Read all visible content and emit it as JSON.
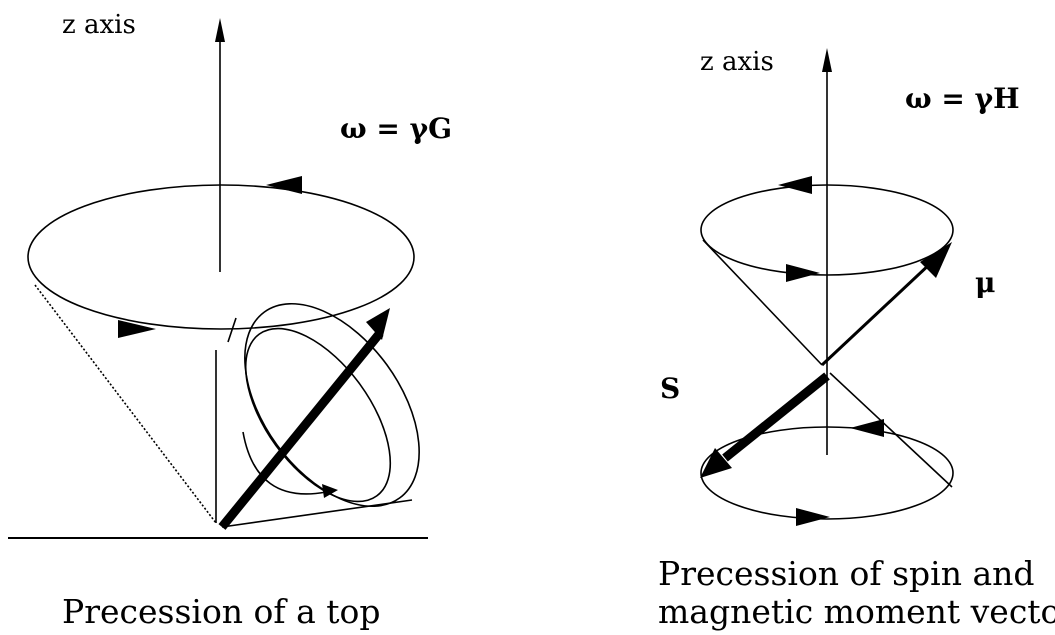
{
  "left_panel": {
    "axis_label": "z axis",
    "equation": "ω = γG",
    "caption": "Precession of a top"
  },
  "right_panel": {
    "axis_label": "z axis",
    "equation": "ω = γH",
    "mu_label": "μ",
    "s_label": "S",
    "caption_line1": "Precession of spin and",
    "caption_line2": "magnetic moment vectors"
  }
}
